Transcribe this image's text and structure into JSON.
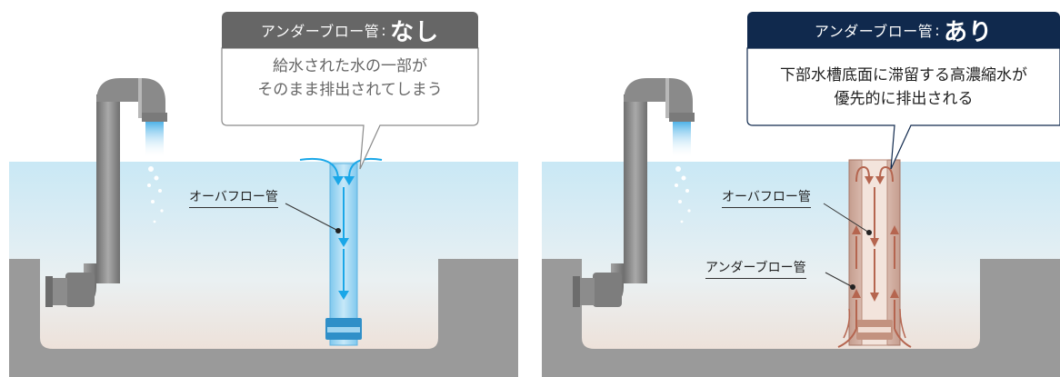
{
  "left": {
    "header": {
      "label": "アンダーブロー管",
      "separator": ":",
      "value": "なし"
    },
    "description": [
      "給水された水の一部が",
      "そのまま排出されてしまう"
    ],
    "labels": {
      "overflow_pipe": "オーバフロー管"
    },
    "colors": {
      "header_bg": "#666666",
      "flow": "#1aa7e8"
    }
  },
  "right": {
    "header": {
      "label": "アンダーブロー管",
      "separator": ":",
      "value": "あり"
    },
    "description": [
      "下部水槽底面に滞留する高濃縮水が",
      "優先的に排出される"
    ],
    "labels": {
      "overflow_pipe": "オーバフロー管",
      "underblow_pipe": "アンダーブロー管"
    },
    "colors": {
      "header_bg": "#10294d",
      "flow": "#b5654f"
    }
  }
}
